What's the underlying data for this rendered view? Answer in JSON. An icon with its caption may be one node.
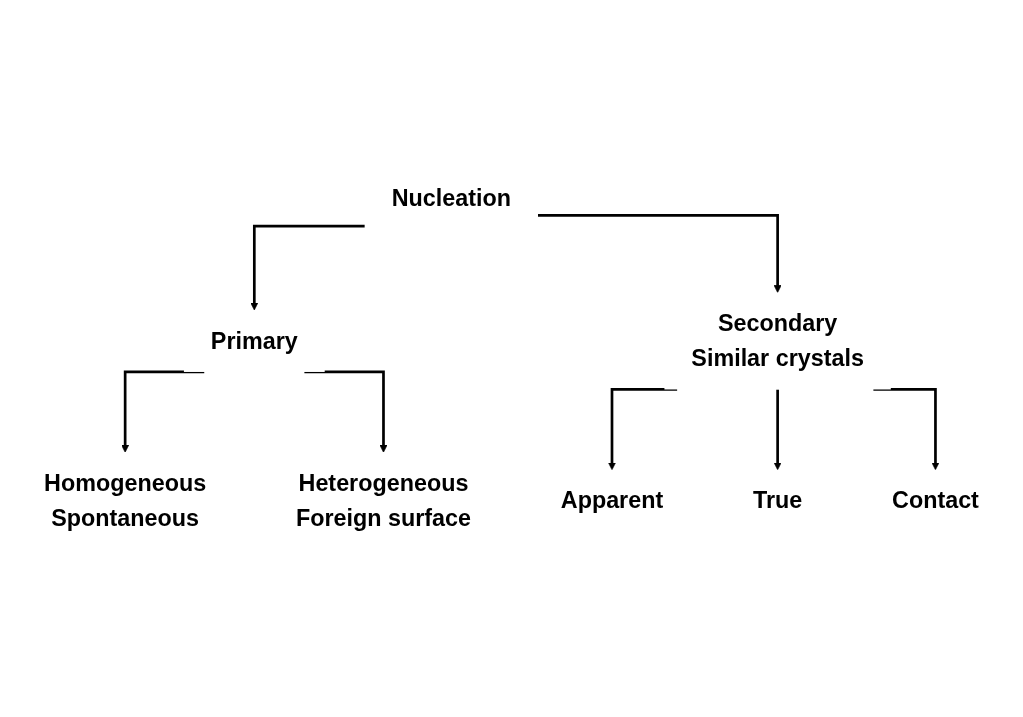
{
  "diagram": {
    "nodes": [
      {
        "text": [
          "Nucleation"
        ]
      },
      {
        "text": [
          "Primary"
        ]
      },
      {
        "text": [
          "Secondary",
          "Similar crystals"
        ]
      },
      {
        "text": [
          "Homogeneous",
          "Spontaneous"
        ]
      },
      {
        "text": [
          "Heterogeneous",
          "Foreign surface"
        ]
      },
      {
        "text": [
          "Apparent"
        ]
      },
      {
        "text": [
          "True"
        ]
      },
      {
        "text": [
          "Contact"
        ]
      }
    ],
    "edges": [
      {
        "from": 0,
        "to": 1,
        "arrow": "to"
      },
      {
        "from": 0,
        "to": 2,
        "arrow": "to"
      },
      {
        "from": 1,
        "to": 3,
        "arrow": "to"
      },
      {
        "from": 1,
        "to": 4,
        "arrow": "to"
      },
      {
        "from": 2,
        "to": 5,
        "arrow": "to"
      },
      {
        "from": 2,
        "to": 6,
        "arrow": "to"
      },
      {
        "from": 2,
        "to": 7,
        "arrow": "to"
      }
    ]
  }
}
